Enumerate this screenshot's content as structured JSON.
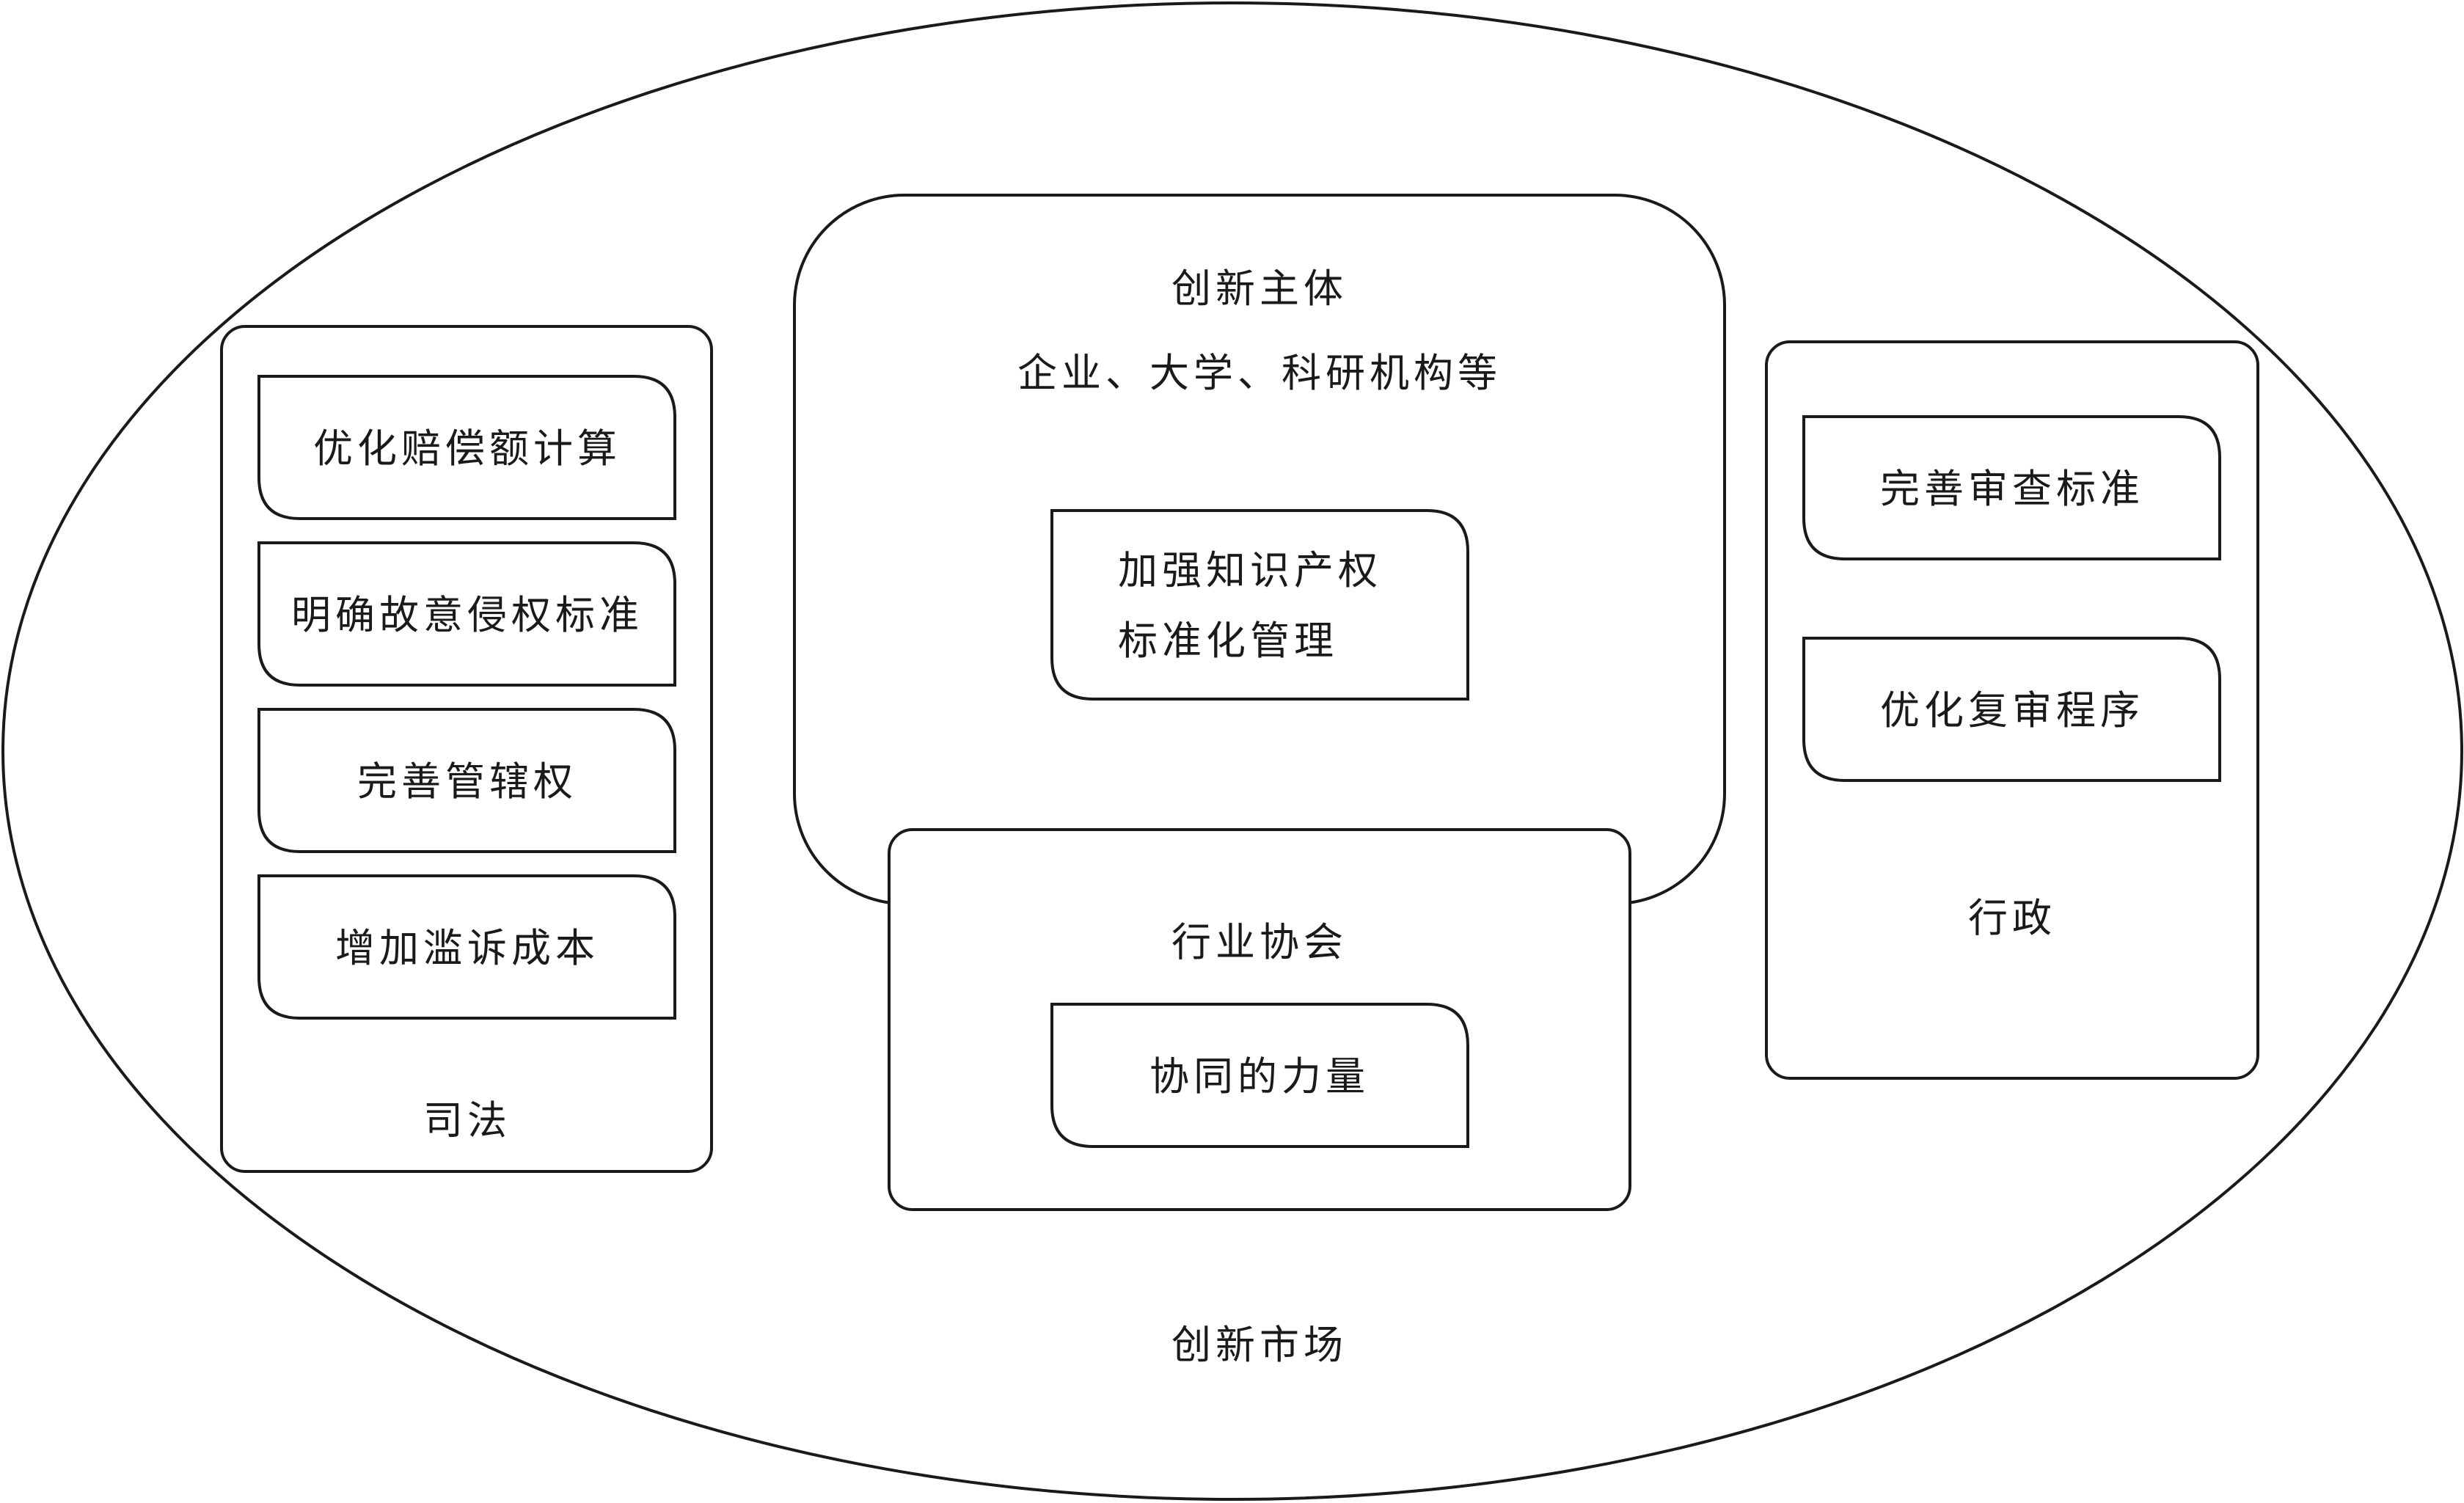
{
  "market": {
    "label": "创新市场"
  },
  "judicial": {
    "label": "司法",
    "items": [
      "优化赔偿额计算",
      "明确故意侵权标准",
      "完善管辖权",
      "增加滥诉成本"
    ]
  },
  "subject": {
    "title": "创新主体",
    "subtitle": "企业、大学、科研机构等",
    "item_lines": [
      "加强知识产权",
      "标准化管理"
    ]
  },
  "association": {
    "label": "行业协会",
    "item": "协同的力量"
  },
  "administrative": {
    "label": "行政",
    "items": [
      "完善审查标准",
      "优化复审程序"
    ]
  }
}
